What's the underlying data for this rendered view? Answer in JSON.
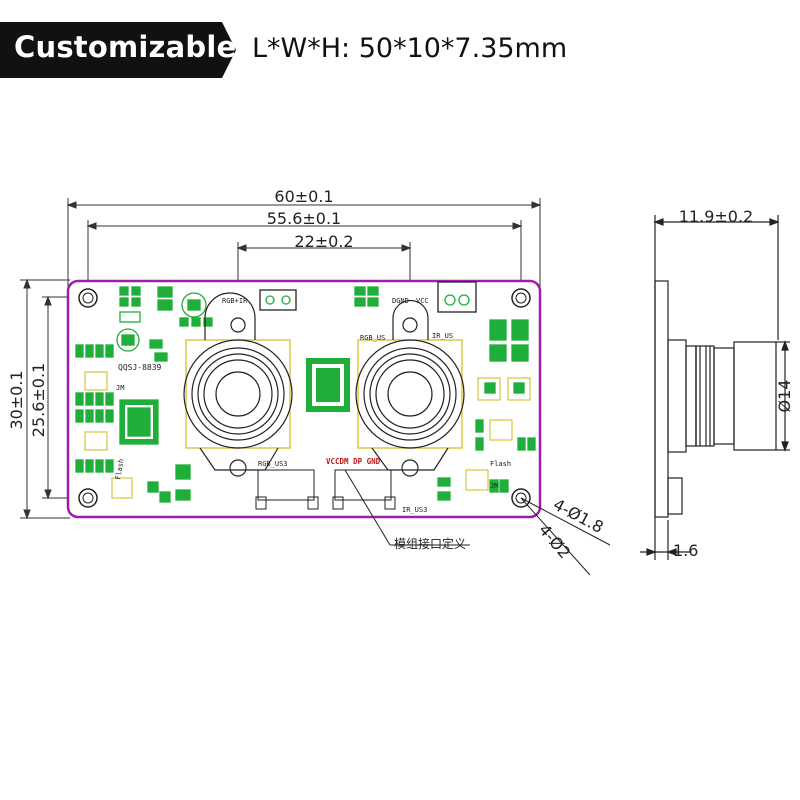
{
  "header": {
    "badge_label": "Customizable",
    "dimensions_label": "L*W*H:  50*10*7.35mm"
  },
  "diagram": {
    "dims": {
      "overall_width": "60±0.1",
      "hole_spacing_width": "55.6±0.1",
      "lens_spacing": "22±0.2",
      "overall_height": "30±0.1",
      "hole_spacing_height": "25.6±0.1",
      "side_depth": "11.9±0.2",
      "lens_diameter": "Ø14",
      "board_thickness": "1.6",
      "hole_small": "4-Ø1.8",
      "hole_large": "4-Ø2"
    },
    "callout": "模组接口定义",
    "pcb_labels": {
      "rgb_ir": "RGB+IR",
      "rgb_us": "RGB_US",
      "ir_us": "IR_US",
      "board_id": "QQSJ-8839",
      "flash_left": "Flash",
      "flash_right": "Flash",
      "jm_left": "JM",
      "jm_right": "JM",
      "vcc": "VCC",
      "dgnd": "DGND",
      "pins": "VCCDM DP GND",
      "rgb_us3": "RGB_US3",
      "ir_us3": "IR_US3"
    }
  }
}
